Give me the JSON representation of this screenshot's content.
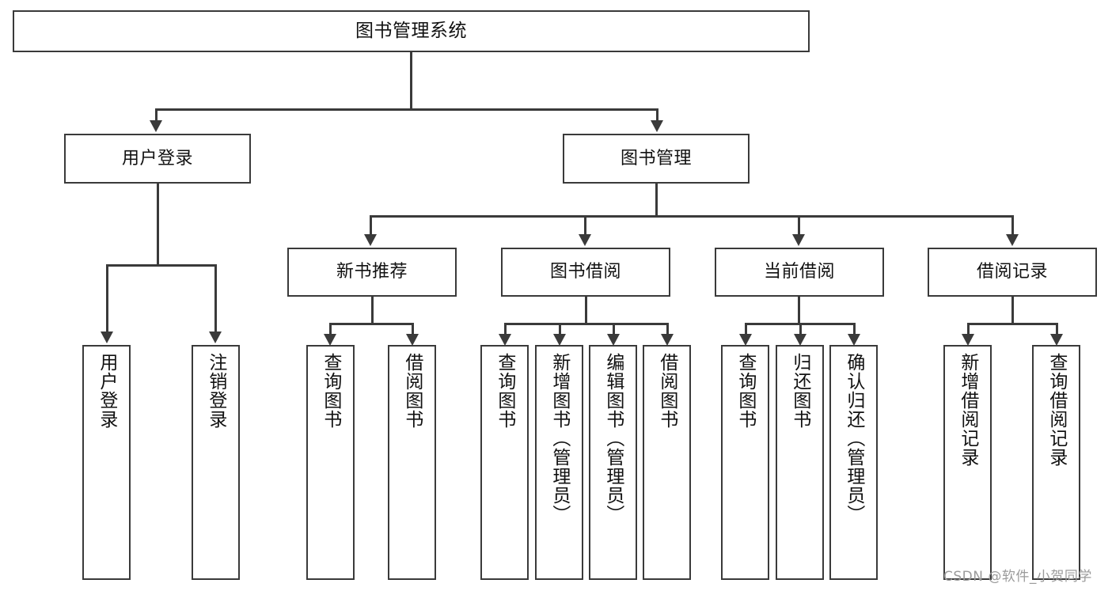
{
  "diagram": {
    "type": "tree",
    "title": "图书管理系统",
    "root": {
      "label": "图书管理系统"
    },
    "level1": [
      {
        "label": "用户登录"
      },
      {
        "label": "图书管理"
      }
    ],
    "level2": [
      {
        "label": "新书推荐"
      },
      {
        "label": "图书借阅"
      },
      {
        "label": "当前借阅"
      },
      {
        "label": "借阅记录"
      }
    ],
    "leaves": {
      "user_login": [
        {
          "label": "用户登录"
        },
        {
          "label": "注销登录"
        }
      ],
      "new_book_recommend": [
        {
          "label": "查询图书"
        },
        {
          "label": "借阅图书"
        }
      ],
      "book_borrow": [
        {
          "label": "查询图书"
        },
        {
          "label": "新增图书（管理员）"
        },
        {
          "label": "编辑图书（管理员）"
        },
        {
          "label": "借阅图书"
        }
      ],
      "current_borrow": [
        {
          "label": "查询图书"
        },
        {
          "label": "归还图书"
        },
        {
          "label": "确认归还（管理员）"
        }
      ],
      "borrow_record": [
        {
          "label": "新增借阅记录"
        },
        {
          "label": "查询借阅记录"
        }
      ]
    }
  },
  "watermark": {
    "text": "CSDN @软件_小贺同学"
  },
  "colors": {
    "stroke": "#3a3a3a",
    "box_fill": "#ffffff",
    "text": "#111111",
    "watermark": "#9b9b9b",
    "background": "#ffffff"
  }
}
